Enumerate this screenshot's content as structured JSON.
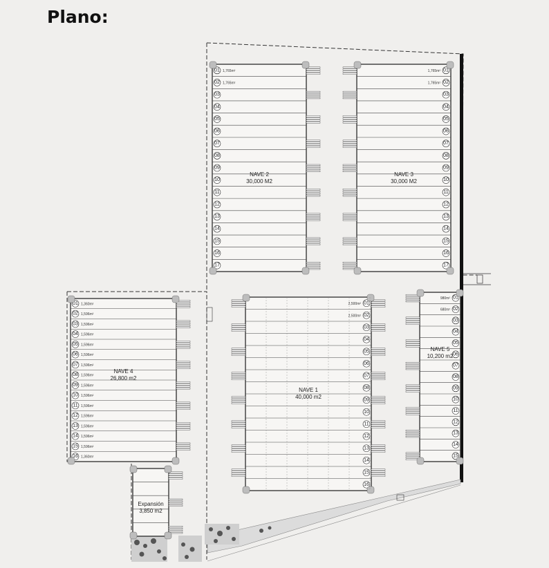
{
  "heading": "Plano:",
  "colors": {
    "line": "#1a1a1a",
    "background": "#f0efed",
    "tree": "#555555",
    "site_fill": "#dcdcdc"
  },
  "naves": [
    {
      "id": "nave2",
      "label": "NAVE 2",
      "area": "30,000 M2",
      "bay_count": 17,
      "bay_areas": [
        "1,765m²",
        "1,765m²"
      ]
    },
    {
      "id": "nave3",
      "label": "NAVE 3",
      "area": "30,000 M2",
      "bay_count": 17,
      "bay_areas": [
        "1,765m²",
        "1,765m²"
      ]
    },
    {
      "id": "nave4",
      "label": "NAVE 4",
      "area": "26,800  m2",
      "bay_count": 16,
      "bay_areas": [
        "1,360m²",
        "1,596m²",
        "1,596m²",
        "1,596m²",
        "1,596m²",
        "1,596m²",
        "1,596m²",
        "1,596m²",
        "1,596m²",
        "1,596m²",
        "1,596m²",
        "1,596m²",
        "1,596m²",
        "1,596m²",
        "1,596m²",
        "1,360m²"
      ]
    },
    {
      "id": "nave1",
      "label": "NAVE 1",
      "area": "40,000  m2",
      "bay_count": 16,
      "bay_areas": [
        "2,500m²",
        "2,500m²"
      ]
    },
    {
      "id": "nave5",
      "label": "NAVE 5",
      "area": "10,200  m2",
      "bay_count": 15,
      "bay_areas": [
        "980m²",
        "680m²"
      ]
    },
    {
      "id": "expansion",
      "label": "Expansión",
      "area": "3,850  m2",
      "bay_count": 5,
      "bay_areas": []
    }
  ]
}
